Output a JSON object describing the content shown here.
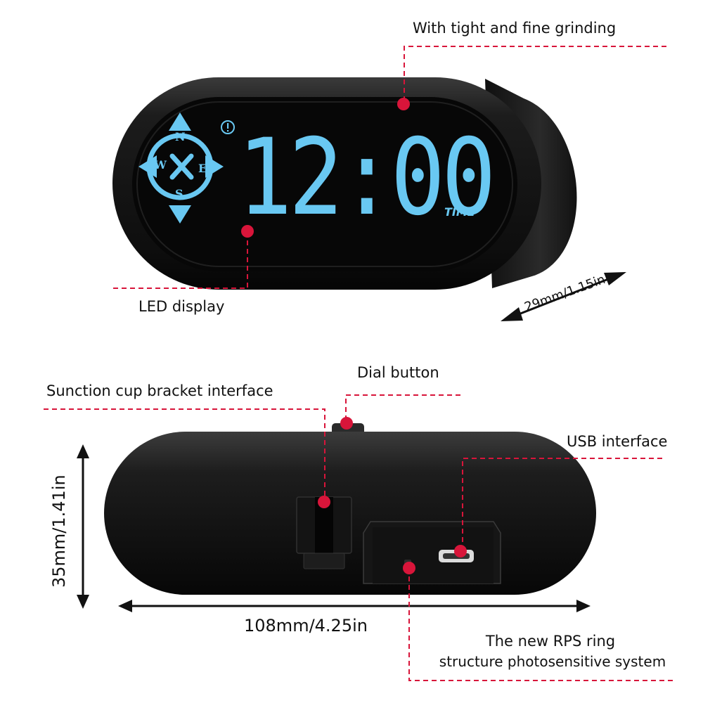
{
  "colors": {
    "callout": "#d8153a",
    "display": "#69c8f2",
    "body": "#121212"
  },
  "labels": {
    "grinding": "With tight and fine grinding",
    "led_display": "LED display",
    "depth": "29mm/1.15in",
    "dial_button": "Dial button",
    "suction_interface": "Sunction cup bracket interface",
    "usb_interface": "USB interface",
    "height": "35mm/1.41in",
    "width": "108mm/4.25in",
    "rps_line1": "The new RPS ring",
    "rps_line2": "structure photosensitive system"
  },
  "display": {
    "time": "12:00",
    "unit": "TIME",
    "compass": {
      "n": "N",
      "e": "E",
      "s": "S",
      "w": "W"
    },
    "alert_icon": "exclamation-icon"
  }
}
